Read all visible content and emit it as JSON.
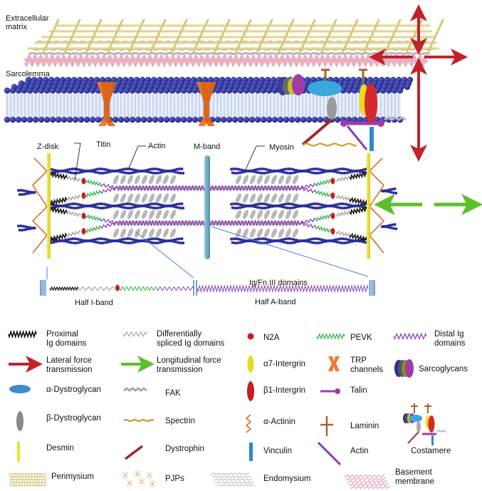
{
  "diagram": {
    "labels": {
      "extracellular_matrix": "Extracellular\nmatrix",
      "sarcolemma": "Sarcolemma",
      "z_disk": "Z-disk",
      "titin": "Titin",
      "actin": "Actin",
      "m_band": "M-band",
      "myosin": "Myosin",
      "ig_fn": "Ig/Fn III domains",
      "half_i_band": "Half I-band",
      "half_a_band": "Half A-band"
    },
    "colors": {
      "lateral_arrow": "#c0232a",
      "longitudinal_arrow": "#5cbf2a",
      "lipid_head": "#2b2f9a",
      "desmin": "#f0e02a",
      "m_band": "#6fa9c4",
      "trp": "#ee7a2a",
      "perimysium": "#e6d48a",
      "basement": "#e8a9bd",
      "endomysium": "#b8b8b8",
      "titin_proximal": "#111111",
      "titin_spliced": "#999999",
      "pevk": "#2bb34a",
      "distal_ig": "#8a3fb0",
      "n2a": "#c81e1e"
    }
  },
  "legend": [
    {
      "key": "proximal-ig",
      "label": "Proximal\nIg domains"
    },
    {
      "key": "spliced-ig",
      "label": "Differentially\nspliced Ig domains"
    },
    {
      "key": "n2a",
      "label": "N2A"
    },
    {
      "key": "pevk",
      "label": "PEVK"
    },
    {
      "key": "distal-ig",
      "label": "Distal Ig\ndomains"
    },
    {
      "key": "lateral-force",
      "label": "Lateral force\ntransmission"
    },
    {
      "key": "longitudinal-force",
      "label": "Longitudinal force\ntransmission"
    },
    {
      "key": "a7-integrin",
      "label": "α7-Intergrin"
    },
    {
      "key": "trp",
      "label": "TRP\nchannels"
    },
    {
      "key": "sarcoglycans",
      "label": "Sarcoglycans"
    },
    {
      "key": "a-dystroglycan",
      "label": "α-Dystroglycan"
    },
    {
      "key": "fak",
      "label": "FAK"
    },
    {
      "key": "b1-integrin",
      "label": "β1-Intergrin"
    },
    {
      "key": "talin",
      "label": "Talin"
    },
    {
      "key": "b-dystroglycan",
      "label": "β-Dystroglycan"
    },
    {
      "key": "spectrin",
      "label": "Spectrin"
    },
    {
      "key": "a-actinin",
      "label": "α-Actinin"
    },
    {
      "key": "laminin",
      "label": "Laminin"
    },
    {
      "key": "costamere",
      "label": "Costamere"
    },
    {
      "key": "desmin",
      "label": "Desmin"
    },
    {
      "key": "dystrophin",
      "label": "Dystrophin"
    },
    {
      "key": "vinculin",
      "label": "Vinculin"
    },
    {
      "key": "actin",
      "label": "Actin"
    },
    {
      "key": "perimysium",
      "label": "Perimysium"
    },
    {
      "key": "pjps",
      "label": "PJPs"
    },
    {
      "key": "endomysium",
      "label": "Endomysium"
    },
    {
      "key": "basement-membrane",
      "label": "Basement\nmembrane"
    }
  ]
}
